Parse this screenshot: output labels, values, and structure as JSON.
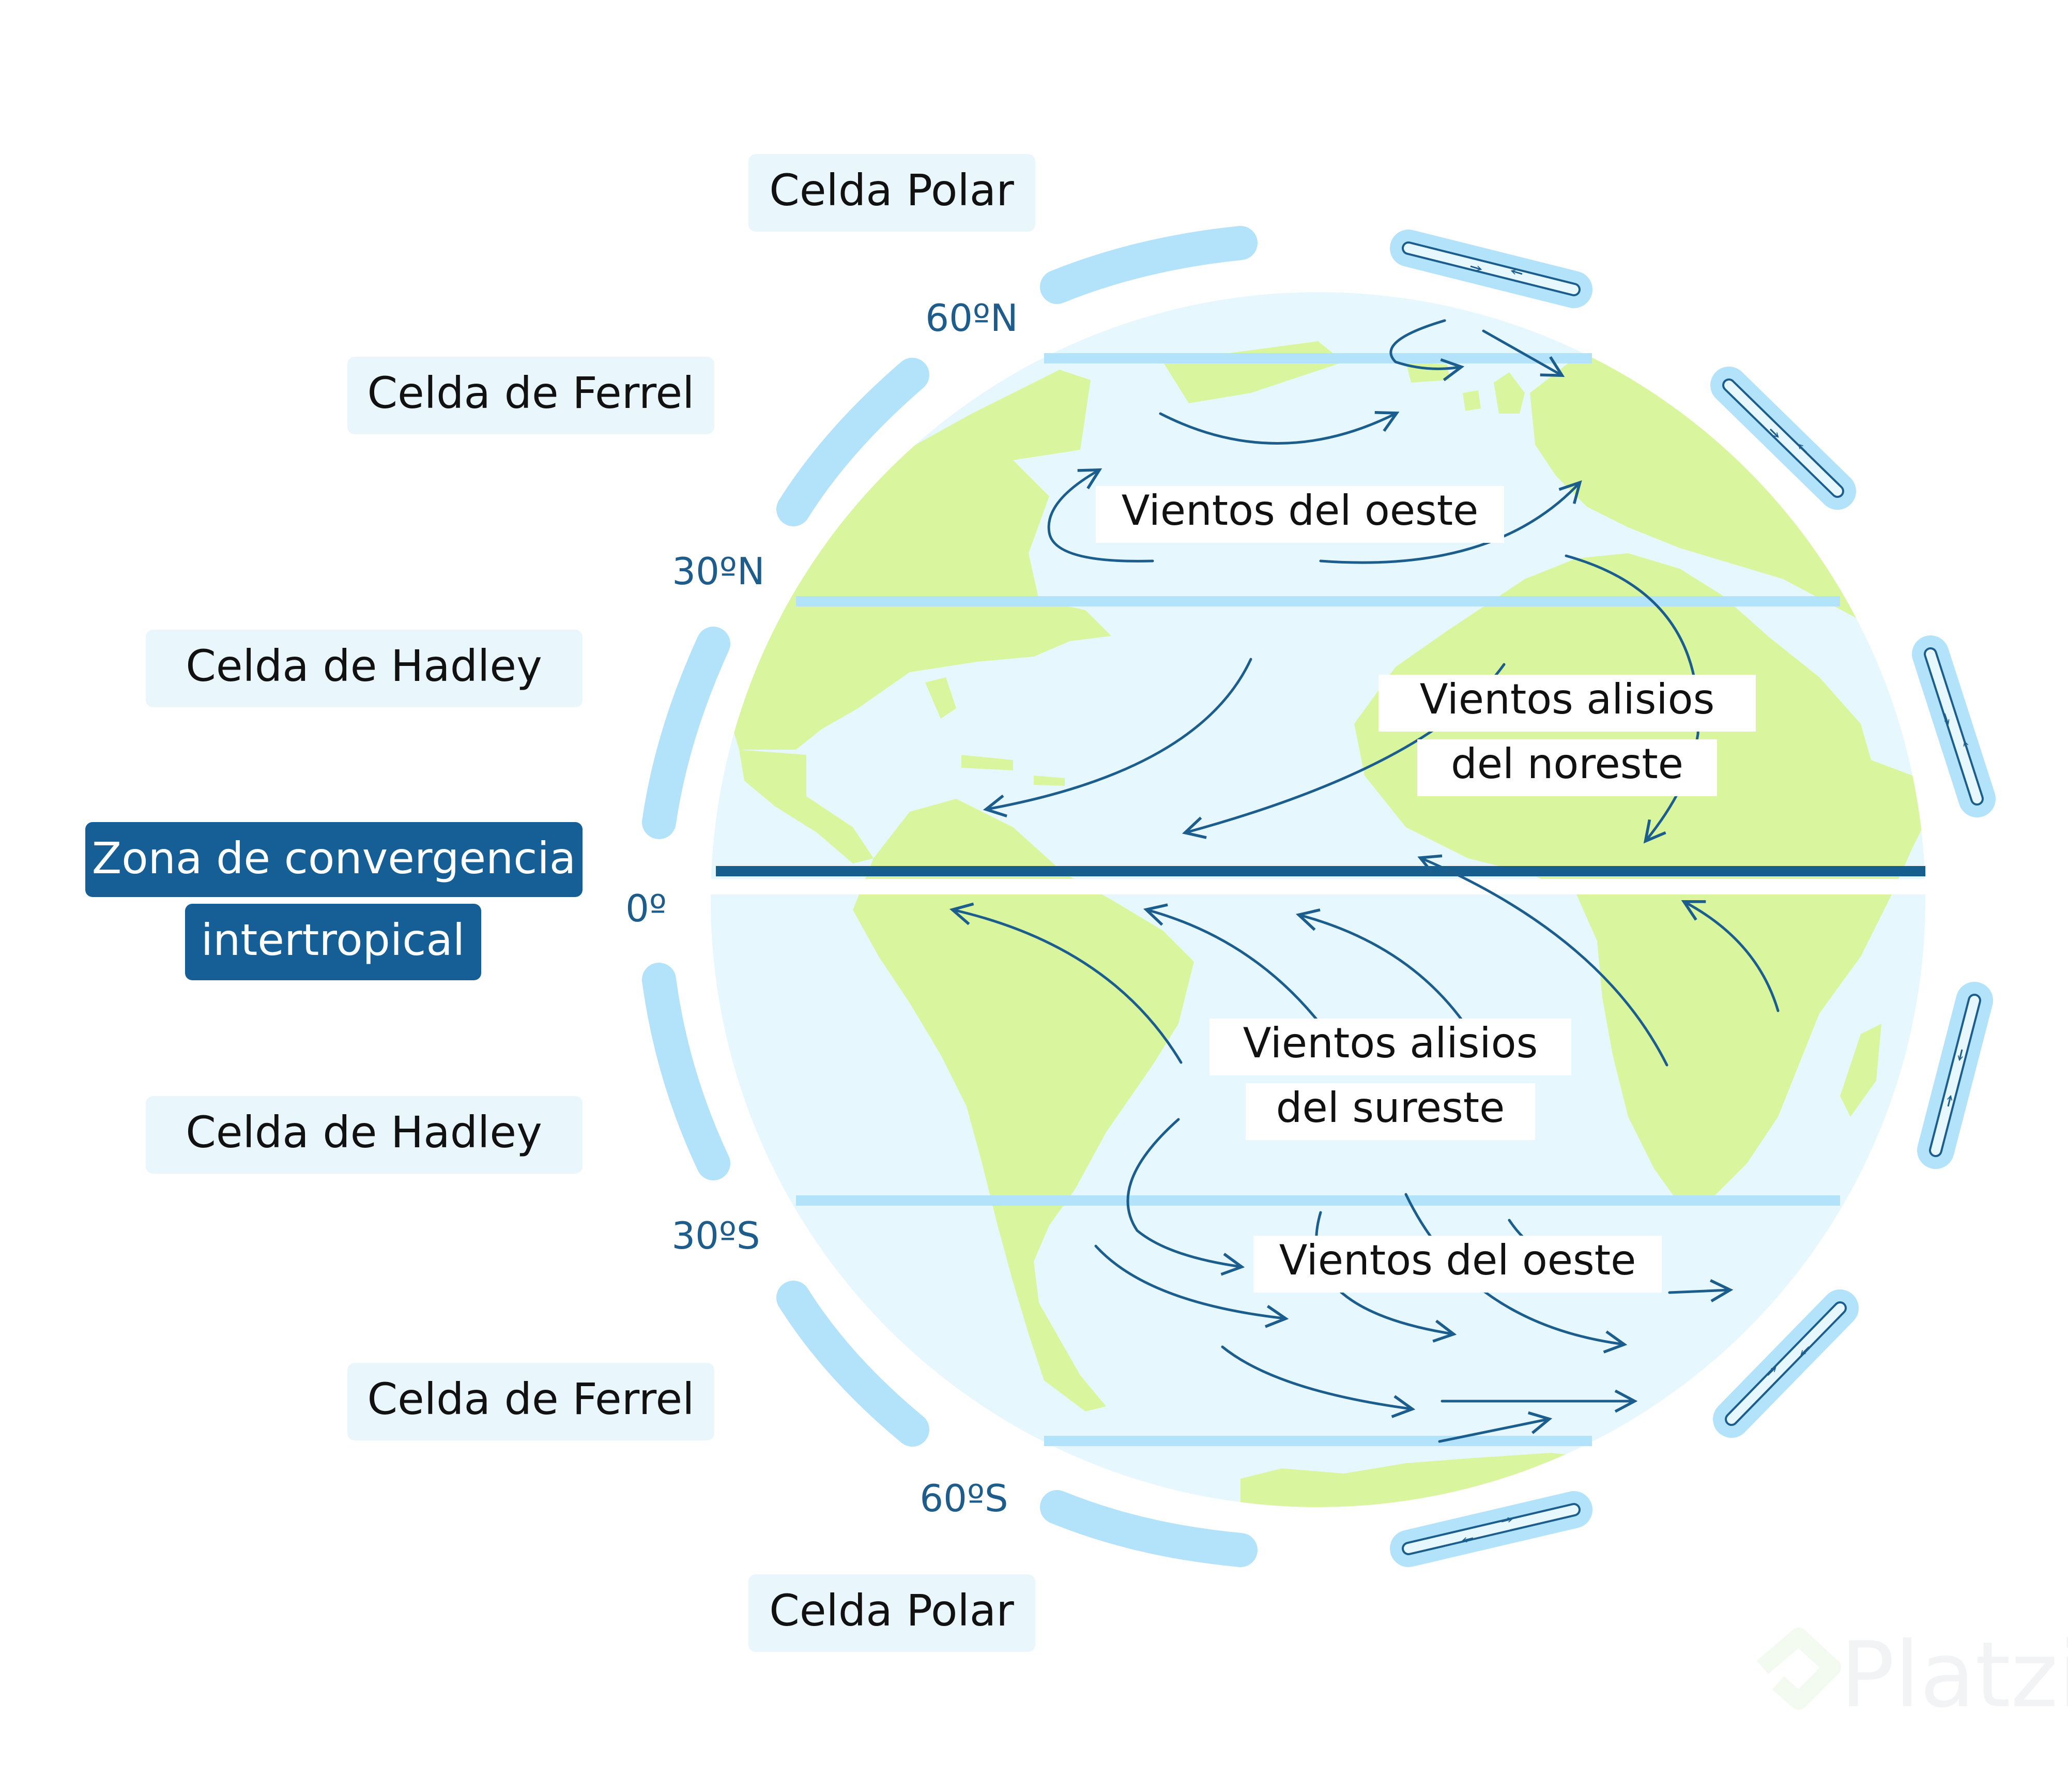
{
  "cells": {
    "polar_north": "Celda Polar",
    "ferrel_north": "Celda de Ferrel",
    "hadley_north": "Celda de Hadley",
    "itcz_line1": "Zona de convergencia",
    "itcz_line2": "intertropical",
    "hadley_south": "Celda de Hadley",
    "ferrel_south": "Celda de Ferrel",
    "polar_south": "Celda Polar"
  },
  "latitudes": {
    "n60": "60ºN",
    "n30": "30ºN",
    "eq": "0º",
    "s30": "30ºS",
    "s60": "60ºS"
  },
  "winds": {
    "westerlies_north": "Vientos del oeste",
    "trades_ne_line1": "Vientos alisios",
    "trades_ne_line2": "del noreste",
    "trades_se_line1": "Vientos alisios",
    "trades_se_line2": "del sureste",
    "westerlies_south": "Vientos del oeste"
  },
  "brand": {
    "name": "Platzi"
  },
  "colors": {
    "ocean": "#e6f7fd",
    "land": "#d9f69e",
    "band": "#b3e3fa",
    "arrow": "#1b5d8c",
    "equator": "#155e8e",
    "badge_light": "#e9f7fd",
    "badge_dark": "#155e96",
    "text": "#111111",
    "lat_text": "#1e5d8b"
  }
}
